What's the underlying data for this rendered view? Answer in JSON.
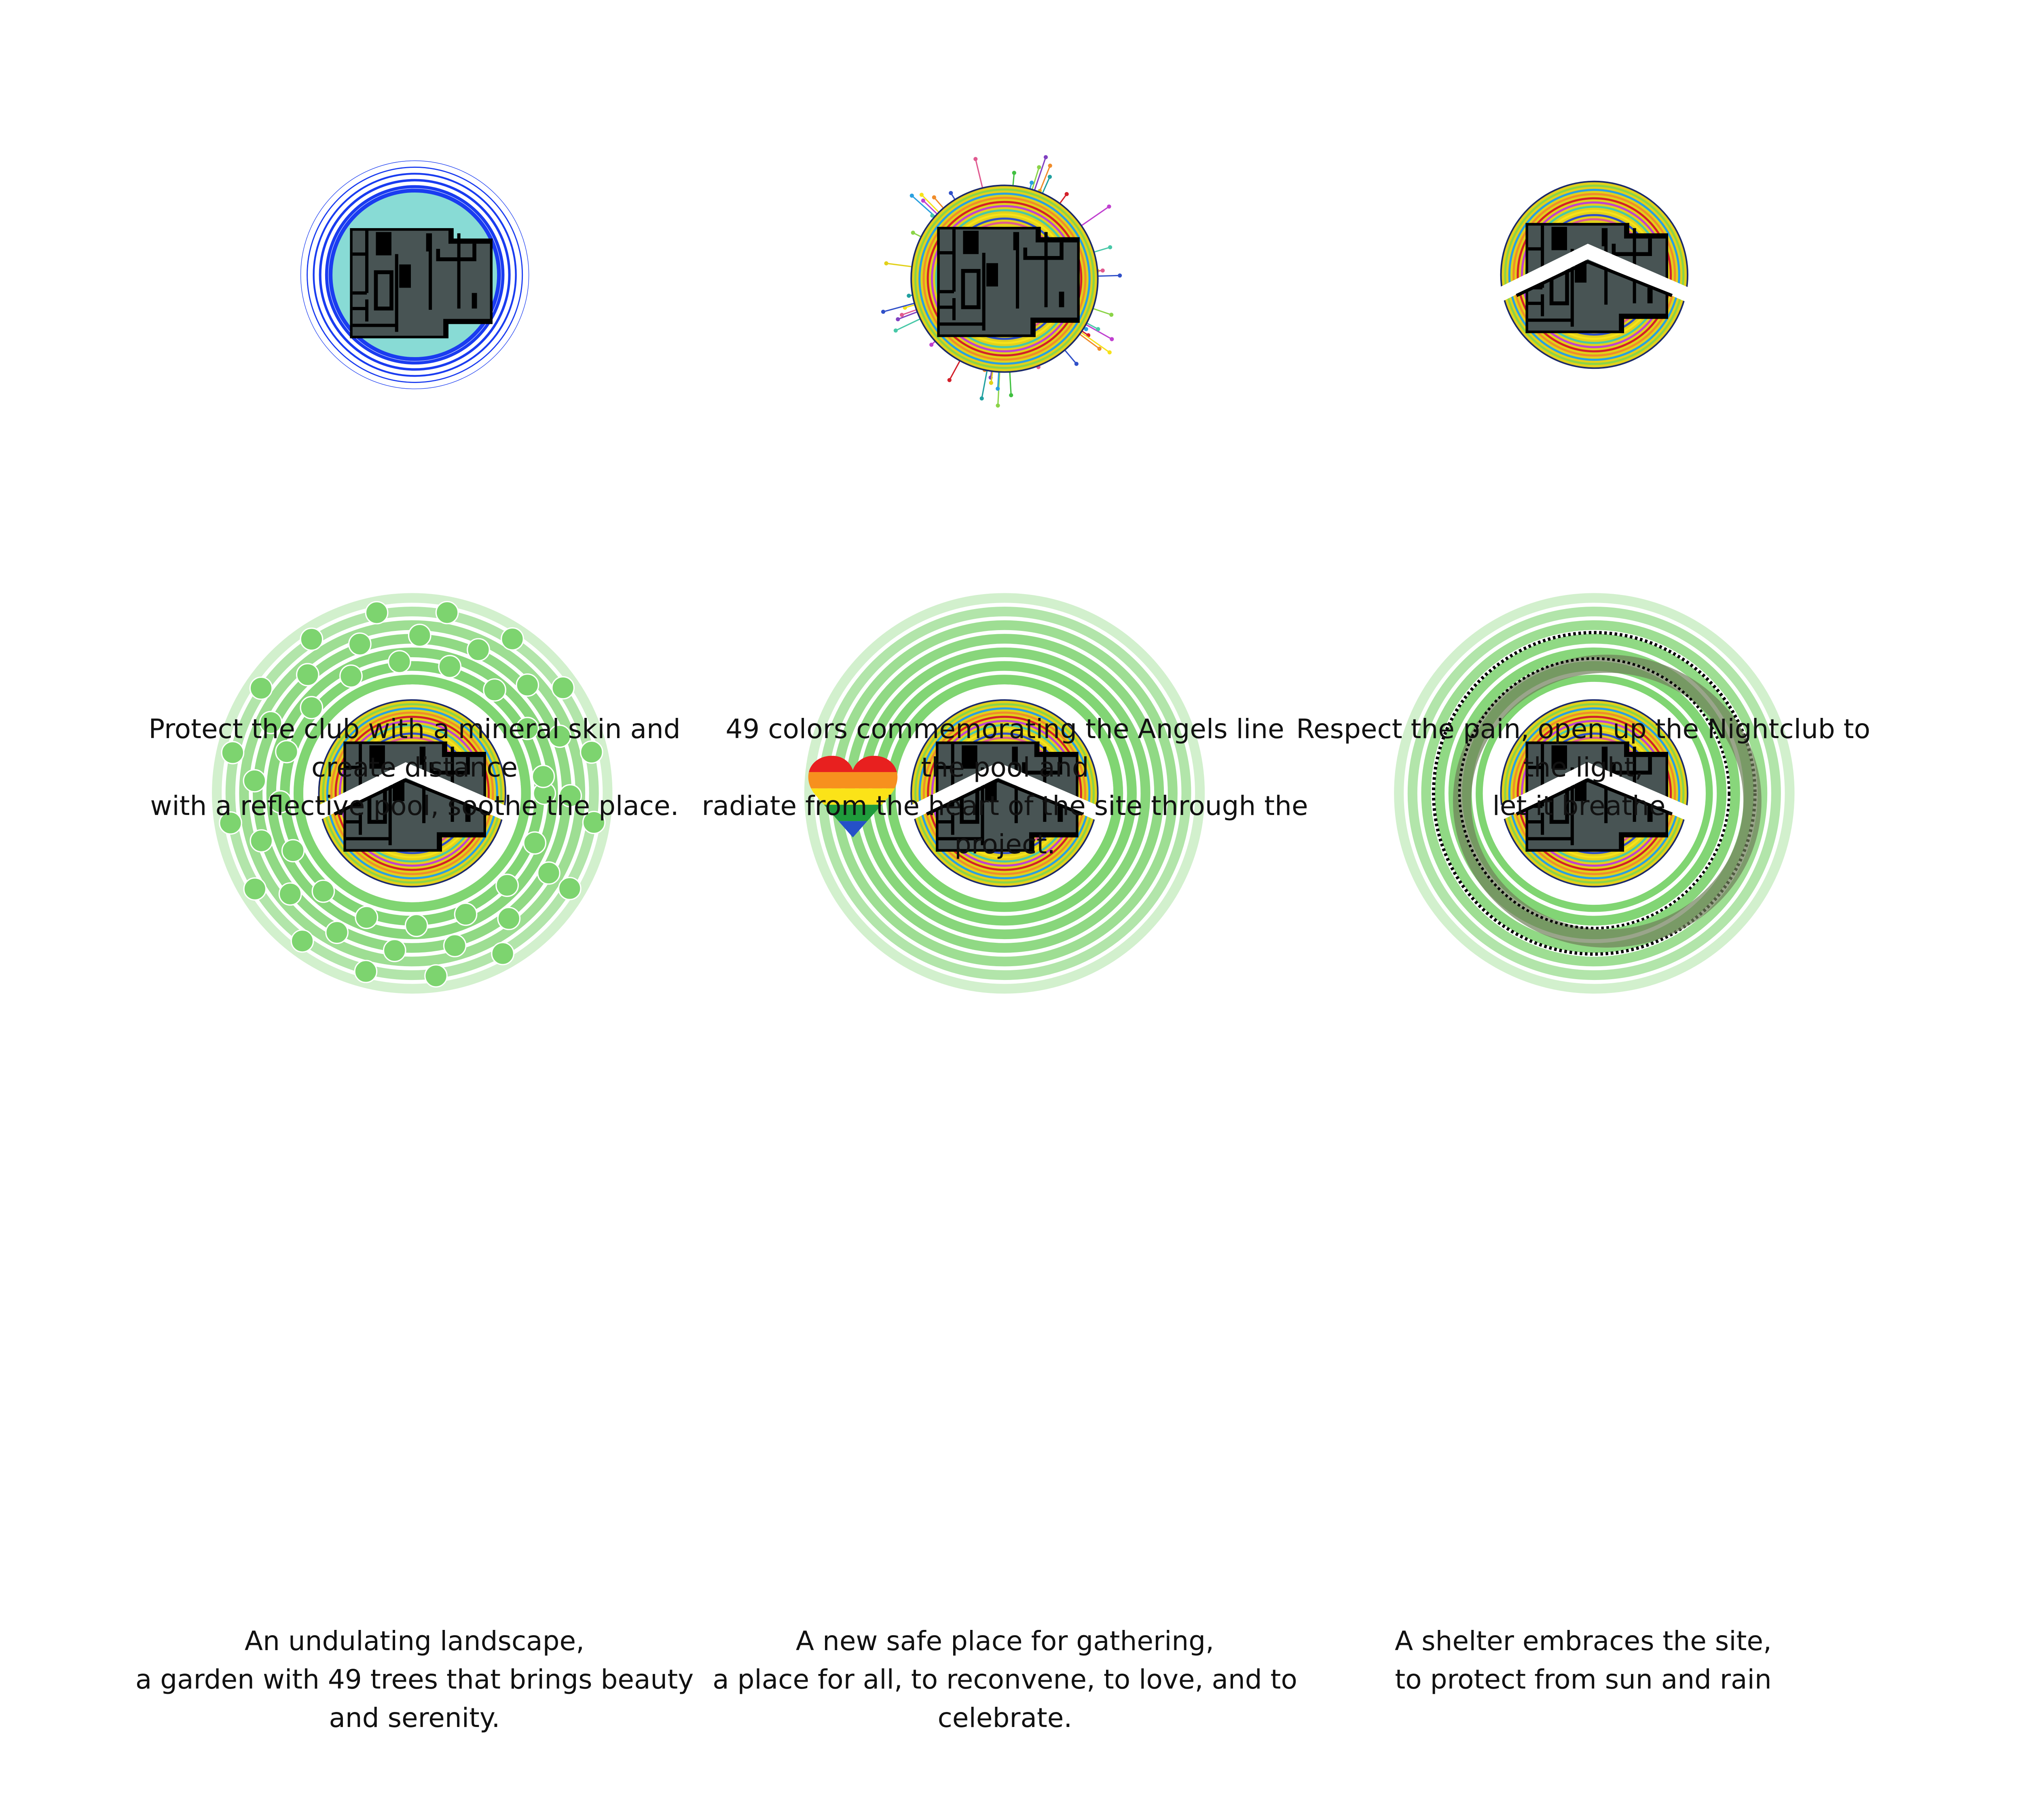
{
  "panels": [
    {
      "caption_line1": "Protect the club with a mineral skin  and create distance",
      "caption_line2": "with a reflective pool, soothe the place."
    },
    {
      "caption_line1": "49 colors commemorating the Angels line the pool and",
      "caption_line2": "radiate from the heart of the site through the project."
    },
    {
      "caption_line1": "Respect the pain, open up the Nightclub to the light,",
      "caption_line2": "let it breathe."
    },
    {
      "caption_line1": "An undulating landscape,",
      "caption_line2": "a garden with 49 trees that brings beauty and serenity."
    },
    {
      "caption_line1": "A new safe place for gathering,",
      "caption_line2": "a place for all, to reconvene, to love, and to celebrate."
    },
    {
      "caption_line1": "A shelter embraces the site,",
      "caption_line2": "to protect from sun and rain"
    }
  ],
  "colors": {
    "pool": "#88dbd5",
    "pool_rings": "#1a3cf0",
    "building": "#485454",
    "garden": "#7dd46f",
    "tree": "#7dd46f",
    "shelter": "#6f7f5a",
    "rainbow": [
      "#e2d11a",
      "#8bd448",
      "#2aa0e0",
      "#f08c2a",
      "#d3202a",
      "#c040d0",
      "#48c8a8",
      "#f6e21a",
      "#3050c8",
      "#e05a90"
    ],
    "pride": [
      "#e8201f",
      "#f7901e",
      "#fbe318",
      "#1f9b3b",
      "#2550c8"
    ]
  },
  "tree_count": 49,
  "ray_count": 49
}
